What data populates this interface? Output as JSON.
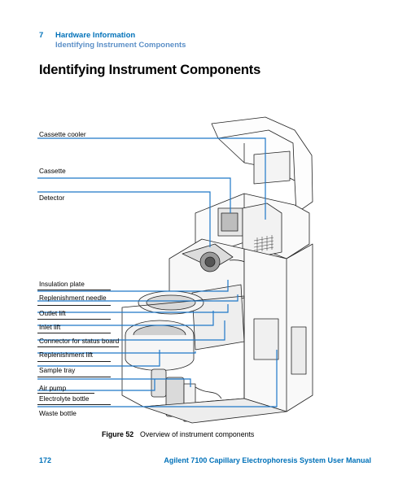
{
  "header": {
    "chapter_number": "7",
    "chapter_title": "Hardware Information",
    "section": "Identifying Instrument Components"
  },
  "title": "Identifying Instrument Components",
  "figure": {
    "labels": [
      "Cassette cooler",
      "Cassette",
      "Detector",
      "Insulation plate",
      "Replenishment needle",
      "Outlet lift",
      "Inlet lift",
      "Connector for status board",
      "Replenishment lift",
      "Sample tray",
      "Air pump",
      "Electrolyte bottle",
      "Waste bottle"
    ],
    "number": "Figure 52",
    "caption": "Overview of instrument components"
  },
  "footer": {
    "page_number": "172",
    "manual_title": "Agilent 7100 Capillary Electrophoresis System User Manual"
  },
  "colors": {
    "accent": "#0071b9",
    "leader_blue": "#1f78c8"
  }
}
